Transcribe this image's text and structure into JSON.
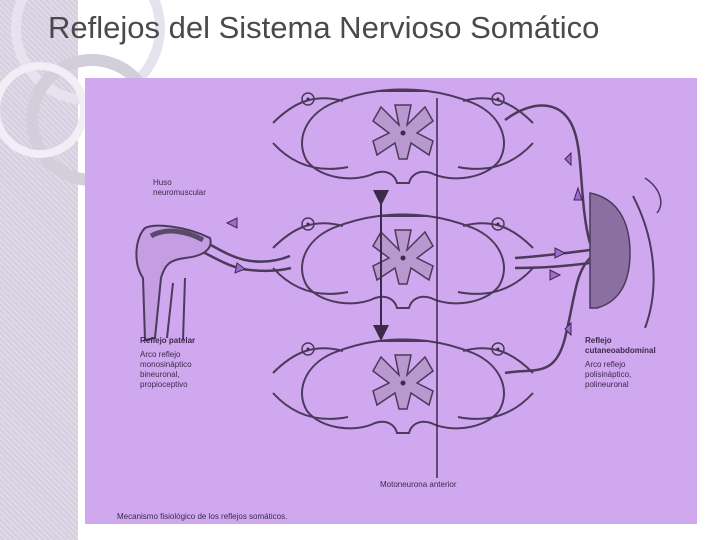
{
  "slide": {
    "title": "Reflejos del Sistema Nervioso Somático",
    "background_color": "#ffffff",
    "figure_color": "#d0a8ef",
    "accent_color": "#d6d0e1"
  },
  "figure": {
    "labels": {
      "huso": "Huso\nneuromuscular",
      "reflejo_patelar": "Reflejo patelar",
      "arco_mono": "Arco reflejo\nmonosináptico\nbineuronal,\npropioceptivo",
      "reflejo_cutaneo": "Reflejo\ncutaneoabdominal",
      "arco_poli": "Arco reflejo\npolisináptico,\npolineuronal",
      "motoneurona": "Motoneurona anterior",
      "caption": "Mecanismo fisiológico de los reflejos somáticos."
    }
  }
}
